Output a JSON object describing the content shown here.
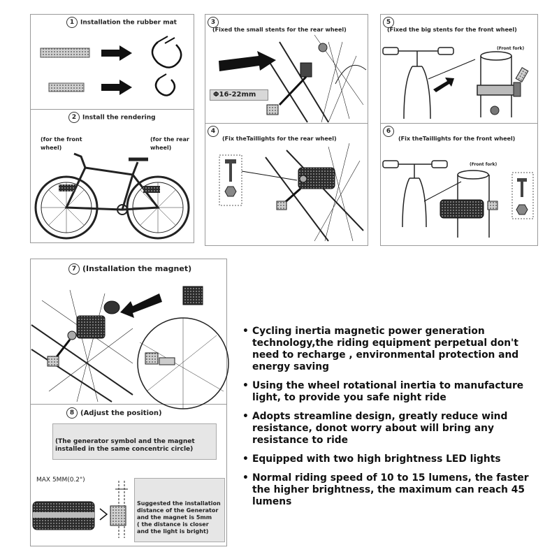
{
  "step1": {
    "number": "1",
    "title": "Installation the rubber mat"
  },
  "step2": {
    "number": "2",
    "title": "Install the rendering",
    "front_label": "(for the front\nwheel)",
    "rear_label": "(for the rear\nwheel)"
  },
  "step3": {
    "number": "3",
    "title": "(Fixed the small  stents for the rear wheel)",
    "dimension": "Φ16-22mm"
  },
  "step4": {
    "number": "4",
    "title": "(Fix theTaillights for the rear wheel)"
  },
  "step5": {
    "number": "5",
    "title": "(Fixed the big  stents for the front wheel)",
    "fork_label": "(Front fork)"
  },
  "step6": {
    "number": "6",
    "title": "(Fix theTaillights for the front wheel)",
    "fork_label": "(Front fork)"
  },
  "step7": {
    "number": "7",
    "title": "(Installation  the magnet)"
  },
  "step8": {
    "number": "8",
    "title": "(Adjust the position)",
    "concentric_note": "(The generator symbol and the magnet\ninstalled in the same concentric circle)",
    "max_label": "MAX 5MM(0.2\")",
    "suggest_note": "Suggested the installation\ndistance of the Generator\nand the magnet is 5mm\n( the distance is closer\nand the light is bright)"
  },
  "features": [
    "Cycling inertia magnetic power generation technology,the riding equipment perpetual don't need to recharge , environmental protection and energy saving",
    "Using the wheel rotational inertia to manufacture light, to provide you safe night ride",
    "Adopts streamline design, greatly reduce wind resistance, donot worry about will bring any resistance to ride",
    "Equipped with two high brightness LED lights",
    "Normal riding speed of 10 to 15 lumens, the faster the higher brightness, the maximum can reach 45 lumens"
  ],
  "bullet_char": "•"
}
